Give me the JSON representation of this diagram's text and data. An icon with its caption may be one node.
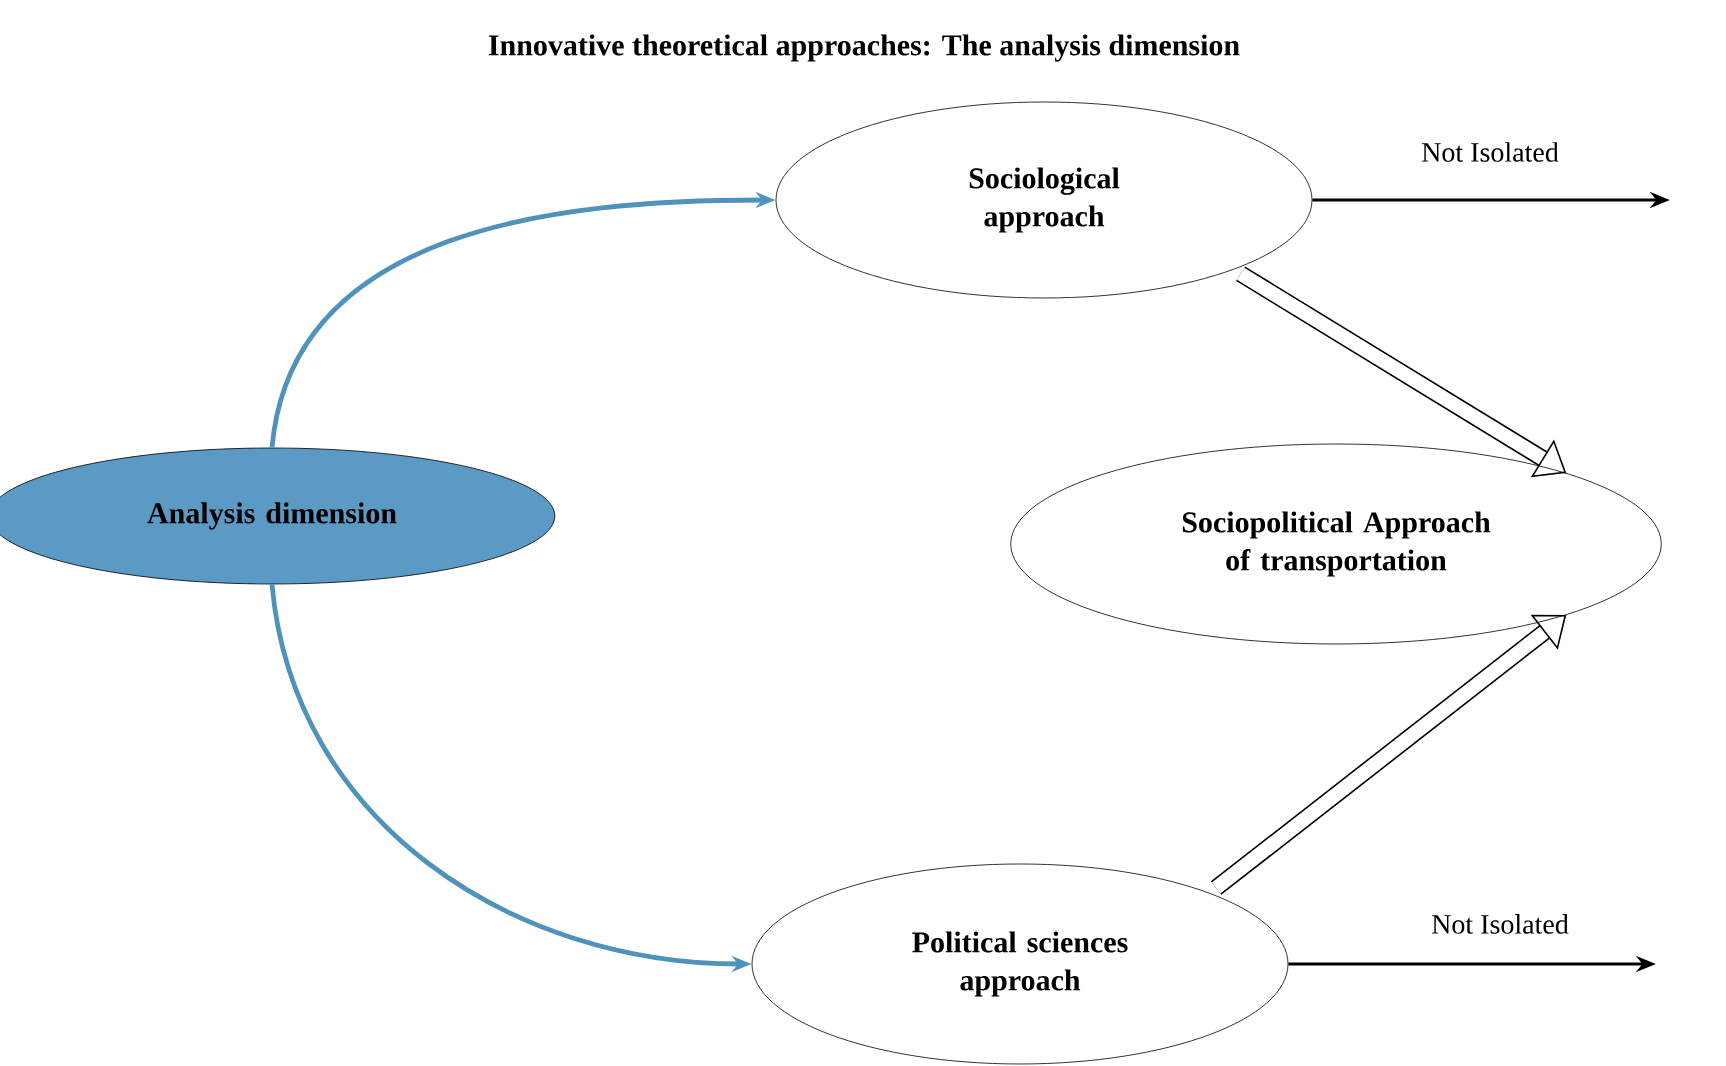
{
  "diagram": {
    "title": "Innovative theoretical approaches: The analysis dimension",
    "nodes": [
      {
        "text": [
          "Analysis dimension"
        ]
      },
      {
        "text": [
          "Sociological approach"
        ]
      },
      {
        "text": [
          "Sociopolitical Approach of transportation"
        ]
      },
      {
        "text": [
          "Political sciences approach"
        ]
      }
    ],
    "edges": [
      {
        "from": 0,
        "to": 1,
        "arrow": "to",
        "color": "#4f93bd"
      },
      {
        "from": 0,
        "to": 3,
        "arrow": "to",
        "color": "#4f93bd"
      },
      {
        "from": 1,
        "to": 2,
        "arrow": "to",
        "style": "thick"
      },
      {
        "from": 3,
        "to": 2,
        "arrow": "to",
        "style": "thick"
      },
      {
        "from": 1,
        "to": null,
        "arrow": "to",
        "label": "Not Isolated"
      },
      {
        "from": 3,
        "to": null,
        "arrow": "to",
        "label": "Not Isolated"
      }
    ]
  }
}
